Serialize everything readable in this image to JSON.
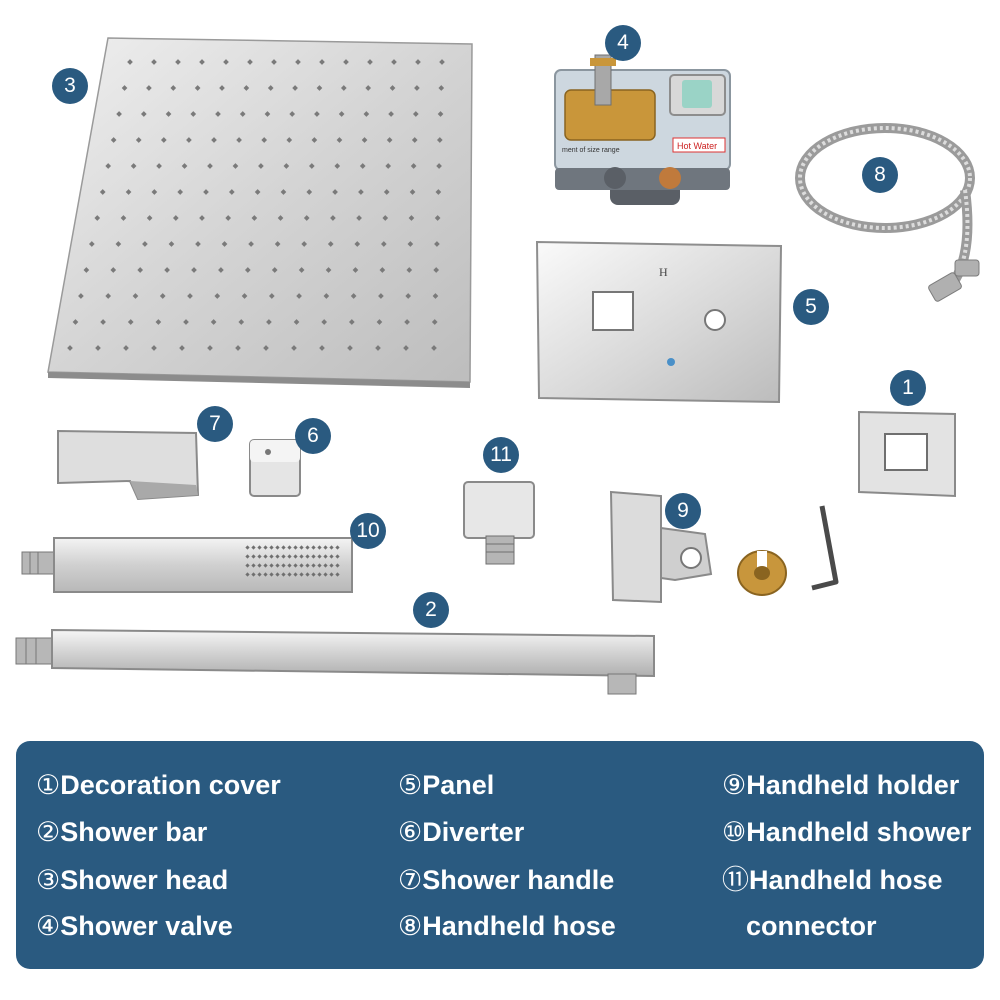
{
  "colors": {
    "badge": "#2a5a80",
    "legend_bg": "#2a5a80",
    "legend_text": "#ffffff"
  },
  "badges": [
    {
      "id": "1",
      "label": "1"
    },
    {
      "id": "2",
      "label": "2"
    },
    {
      "id": "3",
      "label": "3"
    },
    {
      "id": "4",
      "label": "4"
    },
    {
      "id": "5",
      "label": "5"
    },
    {
      "id": "6",
      "label": "6"
    },
    {
      "id": "7",
      "label": "7"
    },
    {
      "id": "8",
      "label": "8"
    },
    {
      "id": "9",
      "label": "9"
    },
    {
      "id": "10",
      "label": "10"
    },
    {
      "id": "11",
      "label": "11"
    }
  ],
  "valve": {
    "label_1": "Hot Water",
    "label_2": "ment of size range"
  },
  "panel": {
    "mark": "H"
  },
  "legend": {
    "items": [
      {
        "num": "①",
        "text": "Decoration cover"
      },
      {
        "num": "②",
        "text": "Shower bar"
      },
      {
        "num": "③",
        "text": "Shower head"
      },
      {
        "num": "④",
        "text": "Shower valve"
      },
      {
        "num": "⑤",
        "text": "Panel"
      },
      {
        "num": "⑥",
        "text": "Diverter"
      },
      {
        "num": "⑦",
        "text": "Shower handle"
      },
      {
        "num": "⑧",
        "text": "Handheld hose"
      },
      {
        "num": "⑨",
        "text": "Handheld holder"
      },
      {
        "num": "⑩",
        "text": "Handheld shower"
      },
      {
        "num": "⑪",
        "text": "Handheld hose"
      },
      {
        "num": "",
        "text": "connector"
      }
    ]
  }
}
